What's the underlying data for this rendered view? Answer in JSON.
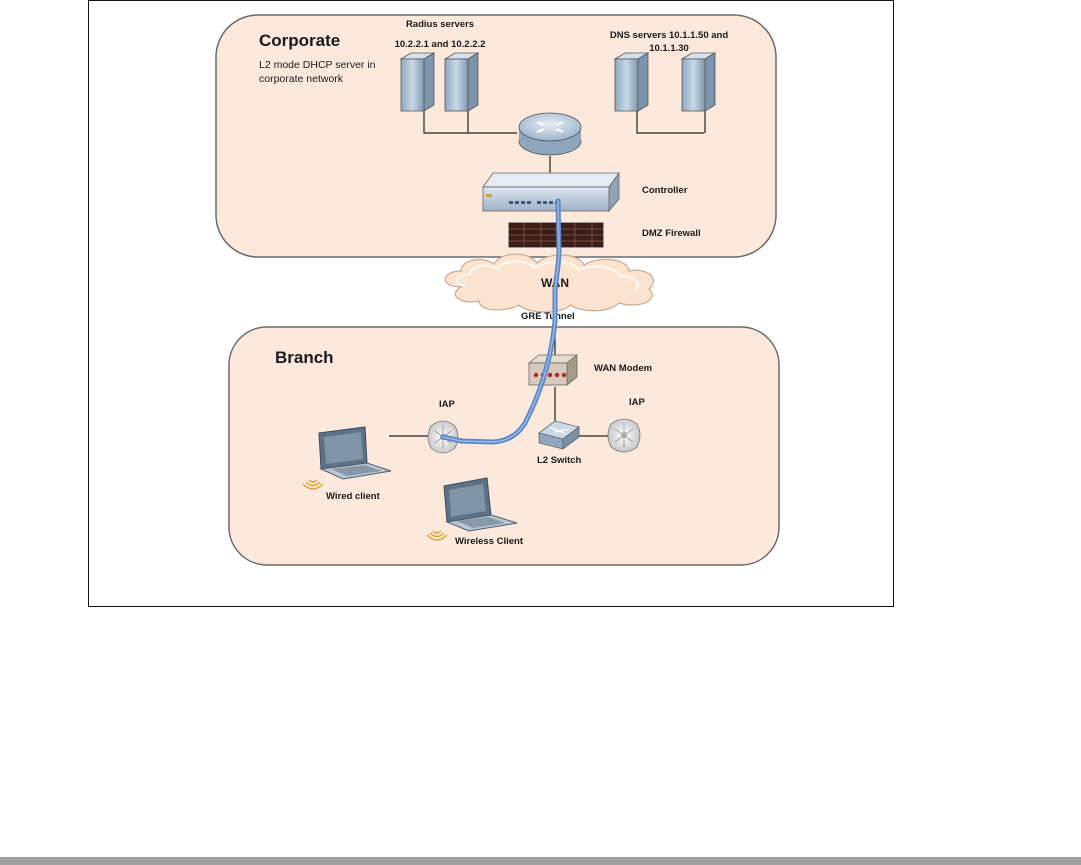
{
  "zones": {
    "corporate": {
      "title": "Corporate",
      "note_lines": [
        "L2 mode DHCP server  in",
        "corporate network"
      ]
    },
    "branch": {
      "title": "Branch"
    }
  },
  "devices": {
    "radius_servers": {
      "label_lines": [
        "Radius servers",
        "10.2.2.1 and 10.2.2.2"
      ]
    },
    "dns_servers": {
      "label_lines": [
        "DNS  servers 10.1.1.50 and",
        "10.1.1.30"
      ]
    },
    "controller": {
      "label": "Controller"
    },
    "dmz_firewall": {
      "label": "DMZ Firewall"
    },
    "wan_cloud": {
      "label": "WAN"
    },
    "gre_tunnel": {
      "label": "GRE Tunnel"
    },
    "wan_modem": {
      "label": "WAN Modem"
    },
    "iap_left": {
      "label": "IAP"
    },
    "iap_right": {
      "label": "IAP"
    },
    "l2_switch": {
      "label": "L2 Switch"
    },
    "wired_client": {
      "label": "Wired client"
    },
    "wireless_client": {
      "label": "Wireless Client"
    }
  },
  "colors": {
    "zone_fill": "#fce9dc",
    "zone_stroke": "#6a6a6a",
    "tunnel": "#5b86c5",
    "server": "#a9bfd4",
    "router": "#bcd0e2",
    "cloud": "#fbe3d0"
  }
}
